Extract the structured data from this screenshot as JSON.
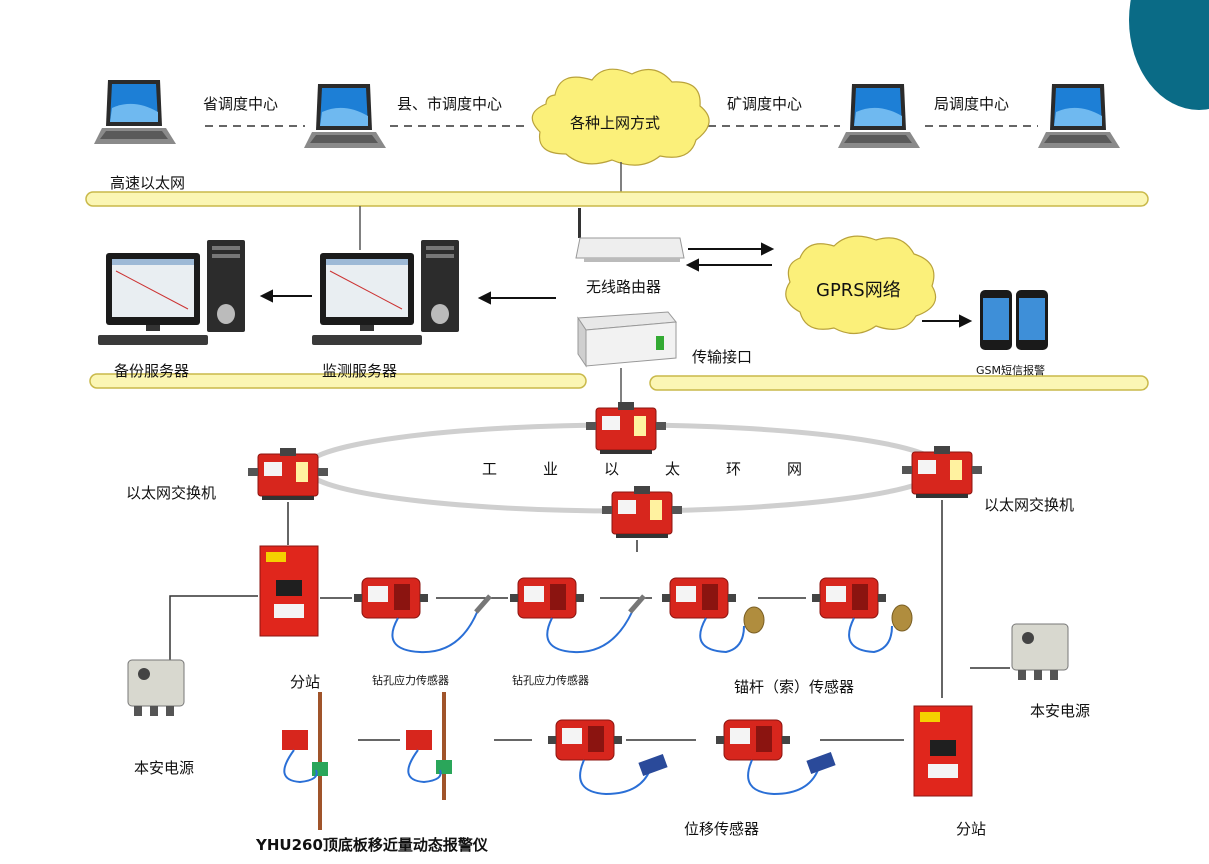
{
  "labels": {
    "provincial": "省调度中心",
    "county_city": "县、市调度中心",
    "cloud": "各种上网方式",
    "mine": "矿调度中心",
    "bureau": "局调度中心",
    "ethernet": "高速以太网",
    "router": "无线路由器",
    "gprs": "GPRS网络",
    "backup": "备份服务器",
    "monitor": "监测服务器",
    "interface": "传输接口",
    "gsm": "GSM短信报警",
    "ring": "工业以太环网",
    "switch_left": "以太网交换机",
    "switch_right": "以太网交换机",
    "substation_left": "分站",
    "substation_right": "分站",
    "drill1": "钻孔应力传感器",
    "drill2": "钻孔应力传感器",
    "anchor": "锚杆（索）传感器",
    "power_left": "本安电源",
    "power_right": "本安电源",
    "displacement": "位移传感器",
    "yhu": "YHU260顶底板移近量动态报警仪"
  },
  "colors": {
    "bus_fill": "#fbf6b4",
    "bus_stroke": "#c9b94a",
    "cloud": "#fbf07a",
    "device_red": "#d7261d",
    "corner_accent": "#0a6b86"
  }
}
